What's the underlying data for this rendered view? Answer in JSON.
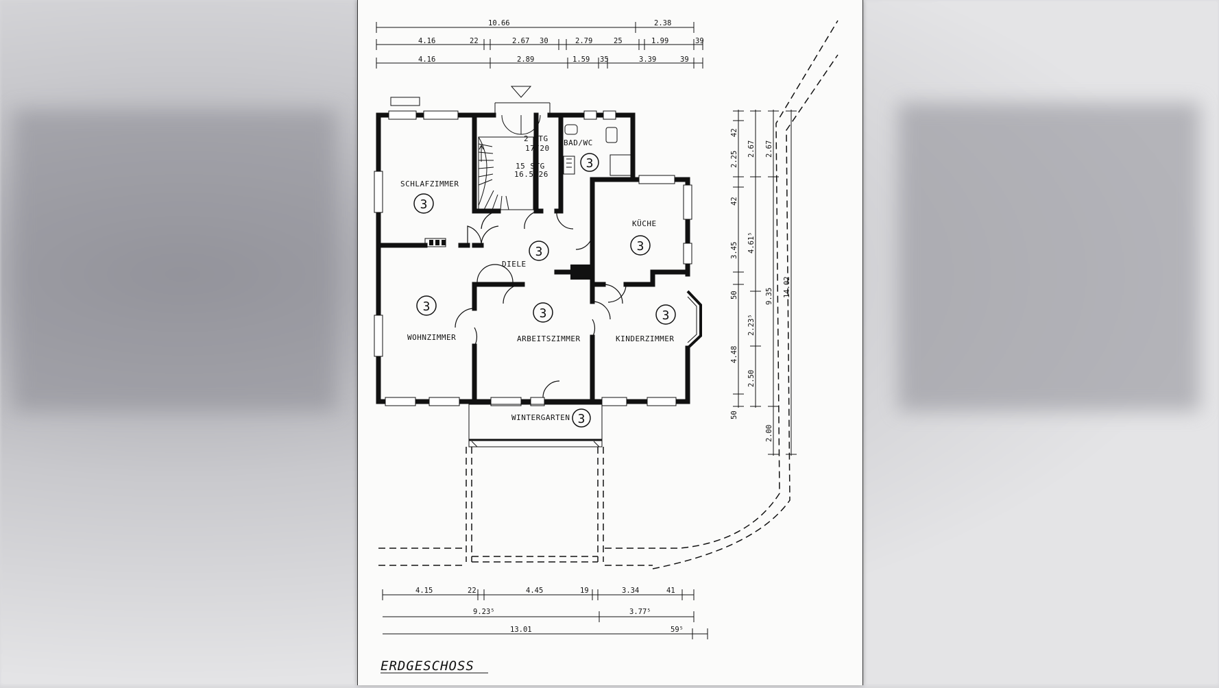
{
  "plan": {
    "title": "ERDGESCHOSS",
    "room_marker": "3",
    "rooms": {
      "schlafzimmer": "SCHLAFZIMMER",
      "wohnzimmer": "WOHNZIMMER",
      "diele": "DIELE",
      "bad": "BAD/WC",
      "kueche": "KÜCHE",
      "arbeitszimmer": "ARBEITSZIMMER",
      "kinderzimmer": "KINDERZIMMER",
      "wintergarten": "WINTERGARTEN"
    },
    "stairs": [
      "2 STG",
      "17/20",
      "15 STG",
      "16.5/26"
    ],
    "dims_top": {
      "row1": [
        "10.66",
        "2.38"
      ],
      "row2": [
        "4.16",
        "22",
        "2.67",
        "30",
        "2.79",
        "25",
        "1.99",
        "39"
      ],
      "row3": [
        "4.16",
        "2.89",
        "1.59",
        "35",
        "3.39",
        "39"
      ]
    },
    "dims_bottom": {
      "row1": [
        "4.15",
        "22",
        "4.45",
        "19",
        "3.34",
        "41"
      ],
      "row2": [
        "9.23⁵",
        "3.77⁵"
      ],
      "row3": [
        "13.01",
        "59⁵"
      ]
    },
    "dims_right": {
      "col1": [
        "42",
        "2.25",
        "42",
        "3.45",
        "50",
        "4.48",
        "50"
      ],
      "col2": [
        "2.67",
        "4.61⁵",
        "2.23⁵",
        "2.50"
      ],
      "col3": [
        "2.67",
        "9.35",
        "2.00"
      ],
      "col4": [
        "14.02"
      ]
    }
  }
}
